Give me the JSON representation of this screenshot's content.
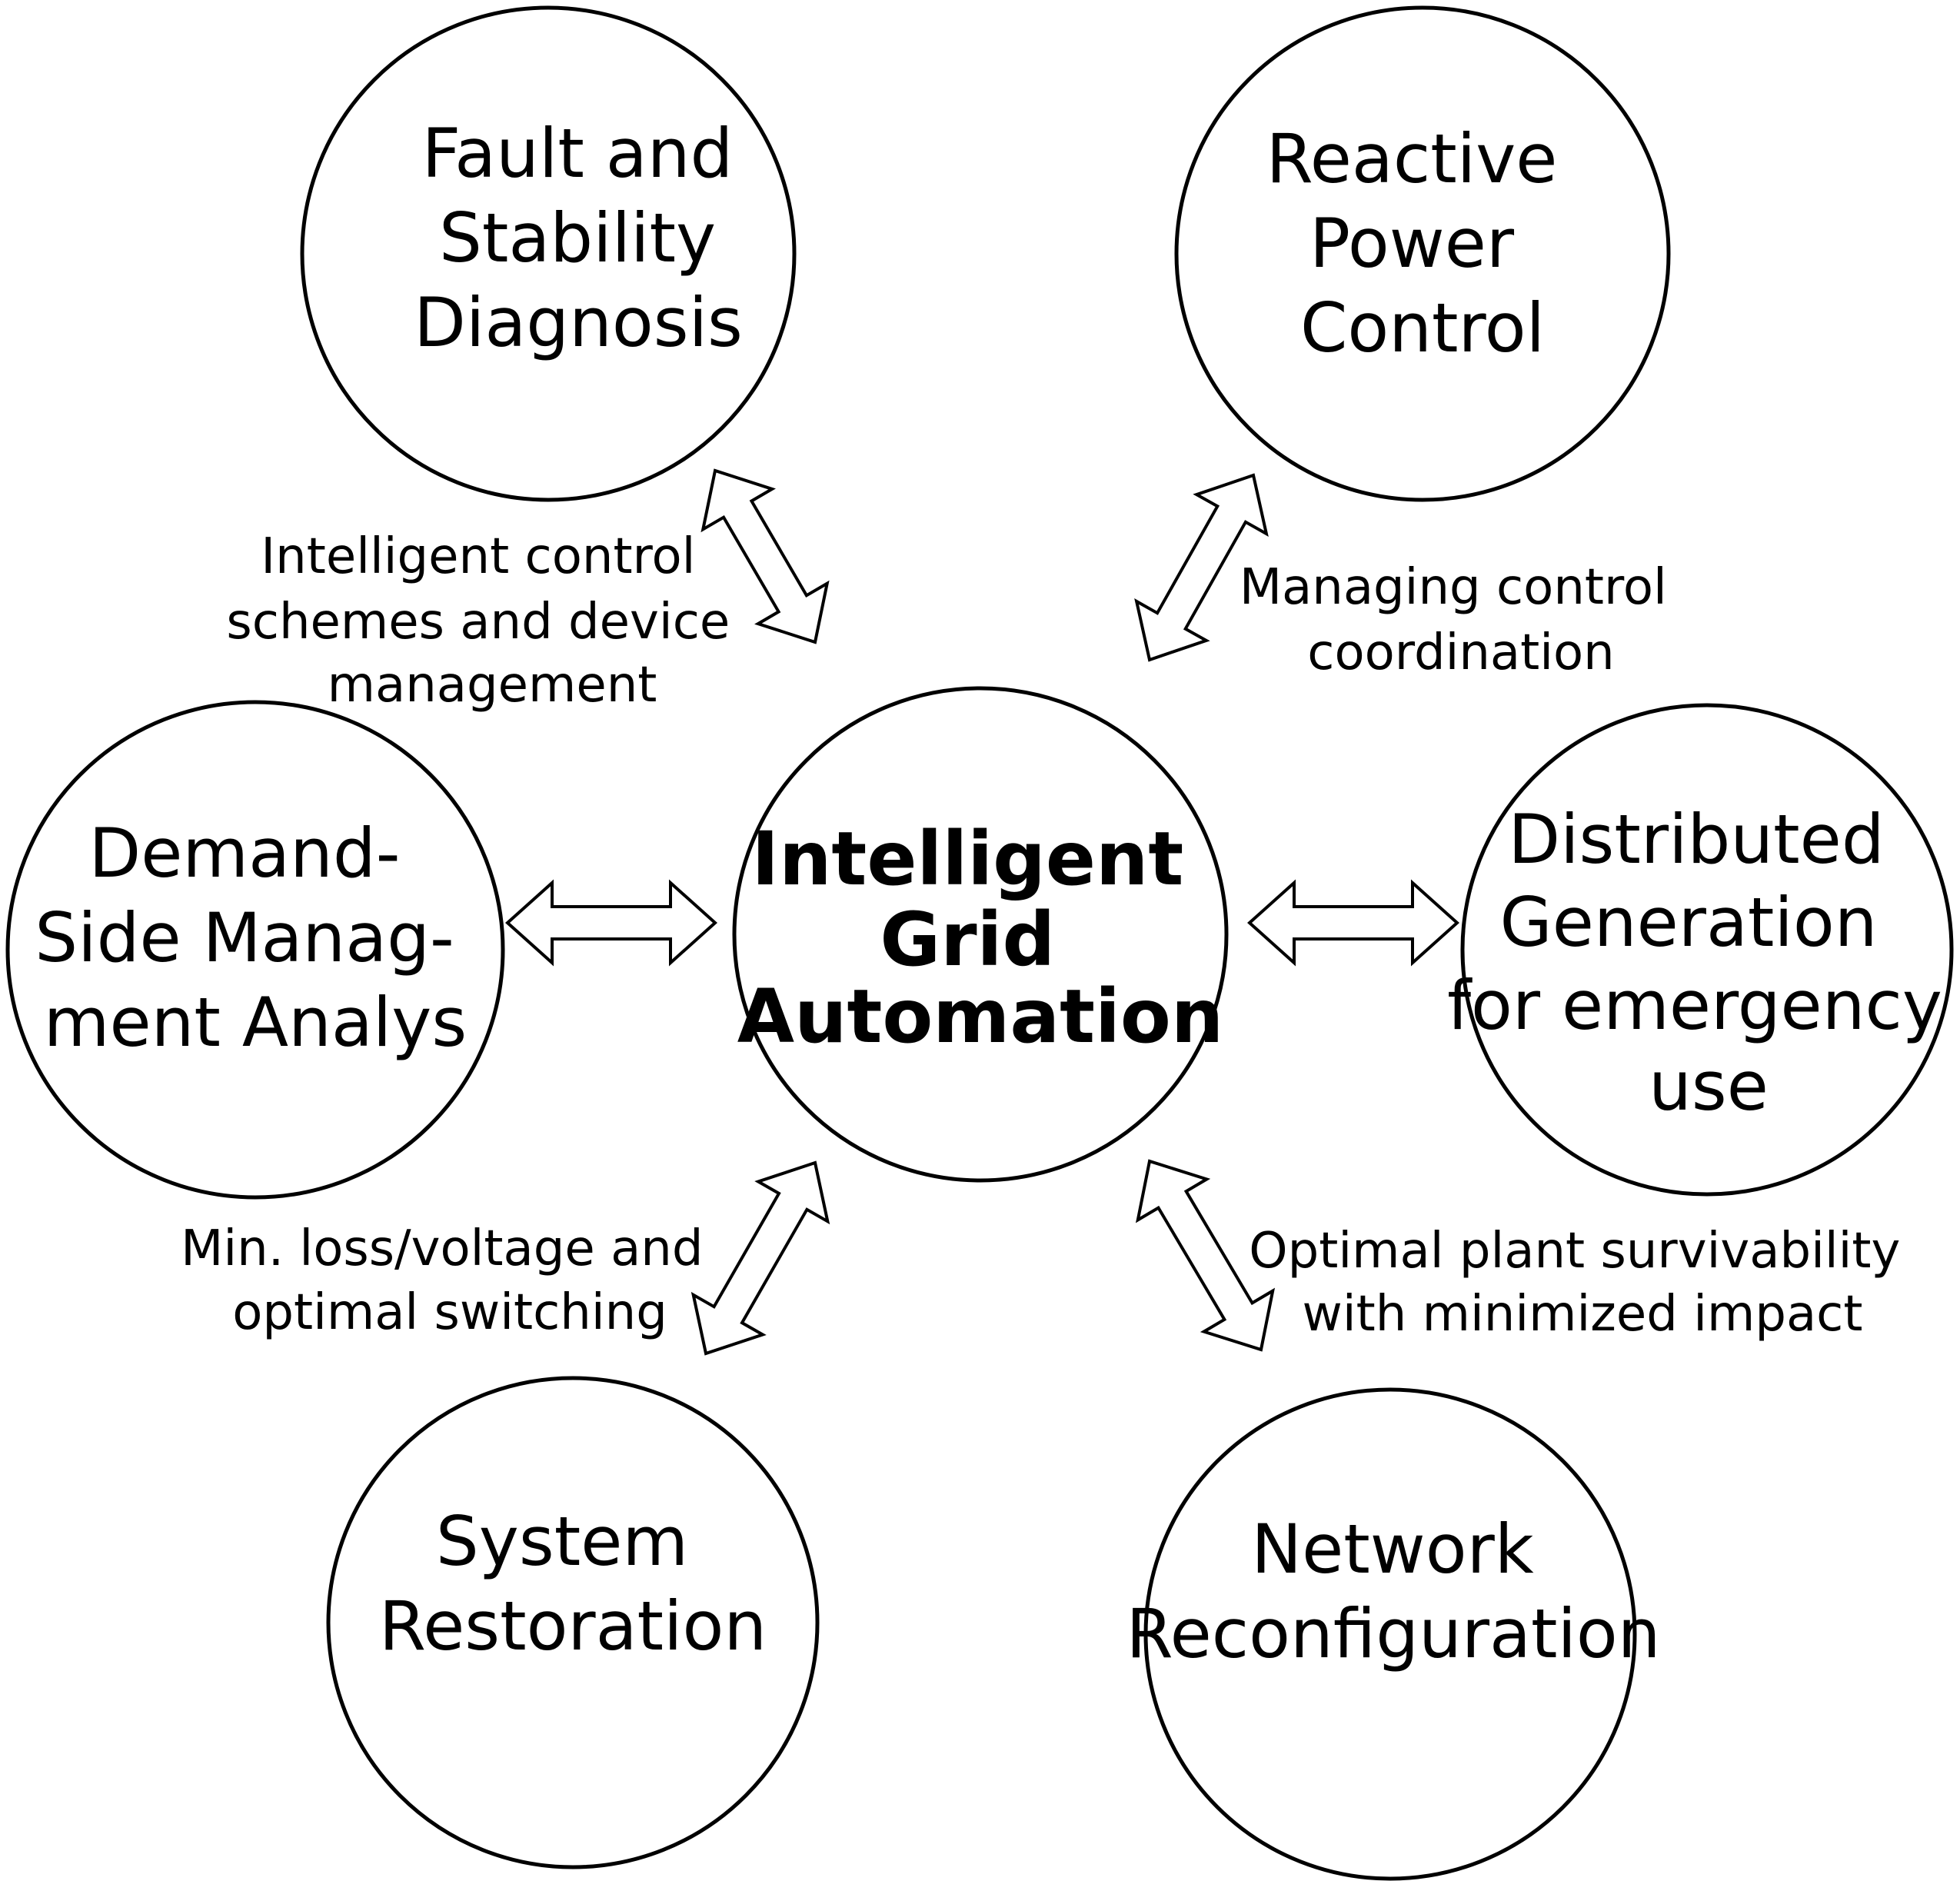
{
  "center": {
    "lines": [
      "Intelligent",
      "Grid",
      "Automation"
    ]
  },
  "nodes": {
    "fault": {
      "lines": [
        "Fault and",
        "Stability",
        "Diagnosis"
      ]
    },
    "reactive": {
      "lines": [
        "Reactive",
        "Power",
        "Control"
      ]
    },
    "demand": {
      "lines": [
        "Demand-",
        "Side Manag-",
        "ment Analys"
      ]
    },
    "distributed": {
      "lines": [
        "Distributed",
        "Generation",
        "for emergency",
        "use"
      ]
    },
    "restoration": {
      "lines": [
        "System",
        "Restoration"
      ]
    },
    "network": {
      "lines": [
        "Network",
        "Reconfiguration"
      ]
    }
  },
  "edge_labels": {
    "fault": {
      "lines": [
        "Intelligent control",
        "schemes and device",
        "management"
      ]
    },
    "reactive": {
      "lines": [
        "Managing control",
        "coordination"
      ]
    },
    "restoration": {
      "lines": [
        "Min. loss/voltage and",
        "optimal switching"
      ]
    },
    "network": {
      "lines": [
        "Optimal plant survivability",
        "with minimized impact"
      ]
    }
  }
}
